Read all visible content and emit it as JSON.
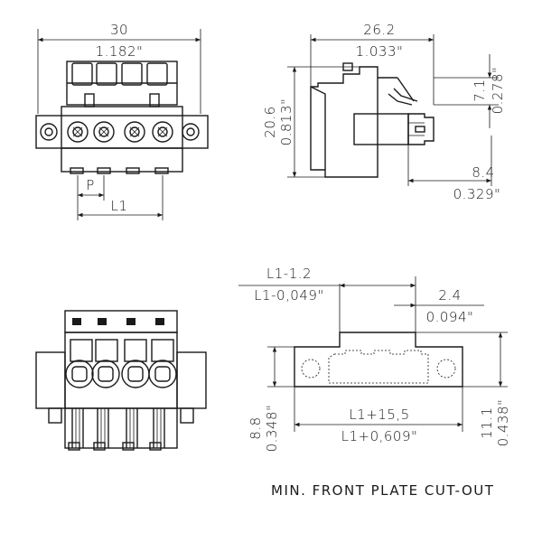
{
  "front_view": {
    "width_mm": "30",
    "width_in": "1.182\"",
    "pitch_label": "P",
    "length_label": "L1"
  },
  "side_view": {
    "depth_mm": "26.2",
    "depth_in": "1.033\"",
    "height_mm": "20.6",
    "height_in": "0.813\"",
    "upper_mm": "7.1",
    "upper_in": "0.278\"",
    "offset_mm": "8.4",
    "offset_in": "0.329\""
  },
  "cutout_view": {
    "top_mm": "L1-1.2",
    "top_in": "L1-0,049\"",
    "step_mm": "2.4",
    "step_in": "0.094\"",
    "inner_h_mm": "8.8",
    "inner_h_in": "0.348\"",
    "width_mm": "L1+15,5",
    "width_in": "L1+0,609\"",
    "outer_h_mm": "11.1",
    "outer_h_in": "0.438\""
  },
  "caption": "MIN. FRONT PLATE CUT-OUT"
}
